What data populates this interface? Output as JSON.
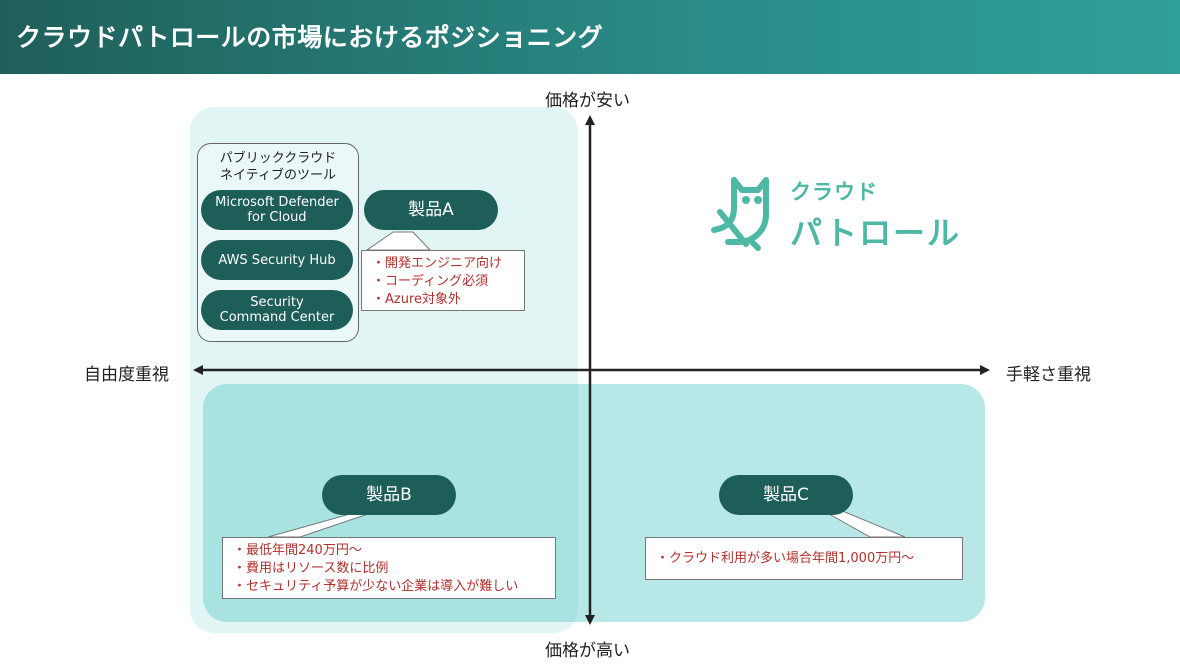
{
  "header": {
    "title": "クラウドパトロールの市場におけるポジショニング"
  },
  "axes": {
    "top": "価格が安い",
    "bottom": "価格が高い",
    "left": "自由度重視",
    "right": "手軽さ重視"
  },
  "cloud_native": {
    "title_line1": "パブリッククラウド",
    "title_line2": "ネイティブのツール",
    "tools": [
      {
        "line1": "Microsoft Defender",
        "line2": "for Cloud"
      },
      {
        "line1": "AWS Security Hub",
        "line2": ""
      },
      {
        "line1": "Security",
        "line2": "Command Center"
      }
    ]
  },
  "products": [
    {
      "label": "製品A",
      "notes": [
        "・開発エンジニア向け",
        "・コーディング必須",
        "・Azure対象外"
      ]
    },
    {
      "label": "製品B",
      "notes": [
        "・最低年間240万円～",
        "・費用はリソース数に比例",
        "・セキュリティ予算が少ない企業は導入が難しい"
      ]
    },
    {
      "label": "製品C",
      "notes": [
        "・クラウド利用が多い場合年間1,000万円～"
      ]
    }
  ],
  "logo": {
    "line1": "クラウド",
    "line2": "パトロール"
  },
  "colors": {
    "header": "#2a8c88",
    "pill": "#1d5e58",
    "note_text": "#b0302c",
    "logo": "#4db8a4",
    "region_light": "#cdeeee",
    "region_mid": "#70d2d0"
  }
}
